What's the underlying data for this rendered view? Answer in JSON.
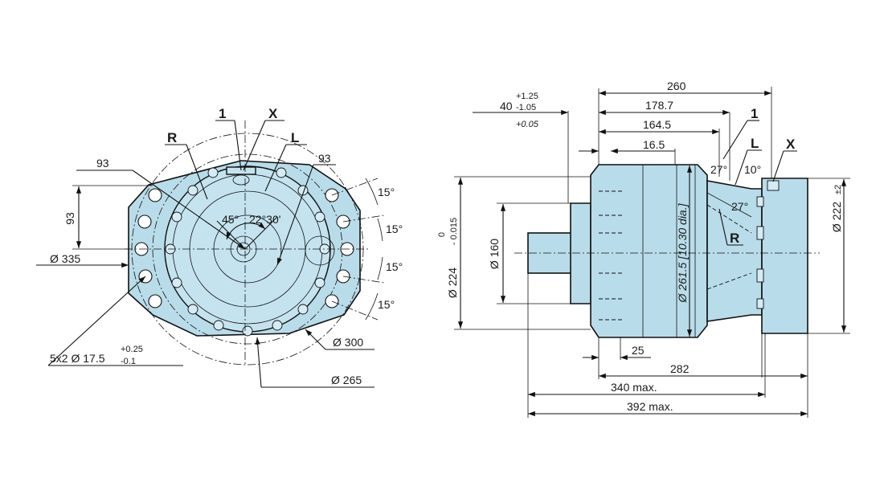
{
  "front_view": {
    "label_1": "1",
    "label_x": "X",
    "label_r": "R",
    "label_l": "L",
    "dim_93_horizontal_left": "93",
    "dim_93_horizontal_right": "93",
    "dim_93_vertical": "93",
    "dim_diameter_335": "Ø 335",
    "angle_15_a": "15°",
    "angle_15_b": "15°",
    "angle_15_c": "15°",
    "angle_15_d": "15°",
    "angle_45": "45°",
    "angle_22_30": "22°30'",
    "hole_spec_main": "5x2 Ø 17.5",
    "hole_spec_tol_upper": "+0.25",
    "hole_spec_tol_lower": "-0.1",
    "dim_diameter_300": "Ø 300",
    "dim_diameter_265": "Ø 265"
  },
  "side_view": {
    "dim_260": "260",
    "dim_178_7": "178.7",
    "dim_164_5": "164.5",
    "dim_16_5": "16.5",
    "dim_40": "40",
    "dim_40_tol_upper": "+1.25",
    "dim_40_tol_lower": "-1.05",
    "dim_40_note": "+0.05",
    "label_1": "1",
    "label_l": "L",
    "label_x": "X",
    "label_r": "R",
    "angle_27_top": "27°",
    "angle_10": "10°",
    "angle_27_mid": "27°",
    "dim_diameter_224": "Ø 224",
    "dim_224_tol_upper": "0",
    "dim_224_tol_lower": "- 0.015",
    "dim_diameter_160": "Ø 160",
    "dim_diameter_261_5": "Ø 261.5 [10.30 dia.]",
    "dim_diameter_222": "Ø 222",
    "dim_222_tol": "±2",
    "dim_25": "25",
    "dim_282": "282",
    "dim_340_max": "340 max.",
    "dim_392_max": "392 max."
  },
  "colors": {
    "body_fill": "#b9dcea",
    "line": "#111111",
    "background": "#ffffff"
  }
}
